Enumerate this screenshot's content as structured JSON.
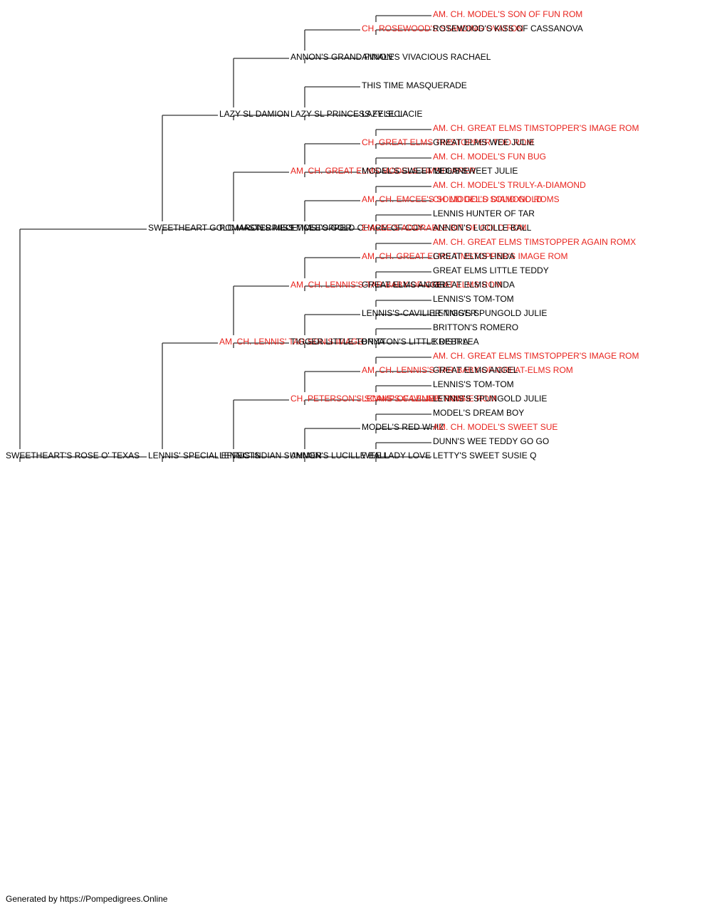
{
  "colors": {
    "titled": "#e8231d",
    "normal": "#000000",
    "line": "#333333"
  },
  "pedigree": {
    "subject": {
      "name": "SWEETHEART'S ROSE O' TEXAS",
      "titled": false
    },
    "generation_1": [
      {
        "name": "SWEETHEART GOLD MASTERPIECE",
        "titled": false
      },
      {
        "name": "LENNIS' SPECIAL EFFECTS",
        "titled": false
      }
    ],
    "generation_2": [
      {
        "name": "LAZY SL DAMION",
        "titled": false
      },
      {
        "name": "POMARON'S MISS TIMSTOPPER",
        "titled": false
      },
      {
        "name": "AM. CH. LENNIS' TAR SON'S IMAGE",
        "titled": true
      },
      {
        "name": "LENNIS INDIAN SUMMER",
        "titled": false
      }
    ],
    "generation_3": [
      {
        "name": "ANNON'S GRAND FINALE",
        "titled": false
      },
      {
        "name": "LAZY SL PRINCESS FELECIA",
        "titled": false
      },
      {
        "name": "AM. CH. GREAT ELMS MODELS TIMSTOPPER",
        "titled": true
      },
      {
        "name": "EMCEE'S GOLD CHARM OF COY",
        "titled": false
      },
      {
        "name": "AM. CH. LENNIS'S-TAR-BABY-OF-GREAT-ELMS ROM",
        "titled": true
      },
      {
        "name": "TIGGER LITTLE TONYA",
        "titled": false
      },
      {
        "name": "CH. PETERSON'S SCAMP OF LENNIS ROM",
        "titled": true
      },
      {
        "name": "ANNON'S LUCILLE BALL",
        "titled": false
      }
    ],
    "generation_4": [
      {
        "name": "CH. ROSEWOOD'S STANDING OVATION",
        "titled": true
      },
      {
        "name": "ANNON'S VIVACIOUS RACHAEL",
        "titled": false
      },
      {
        "name": "THIS TIME MASQUERADE",
        "titled": false
      },
      {
        "name": "LAZY SL LACIE",
        "titled": false
      },
      {
        "name": "CH. GREAT ELMS TIMSTOPPER TOO ROM",
        "titled": true
      },
      {
        "name": "MODEL'S SWEET LEILANI",
        "titled": false
      },
      {
        "name": "AM. CH. EMCEE'S SOLID GOLD DIAMOND ROMS",
        "titled": true
      },
      {
        "name": "EMCEE'S ADORABLE BIT OF GOLD ROM",
        "titled": true
      },
      {
        "name": "AM. CH. GREAT ELMS TIMSTOPPER'S IMAGE ROM",
        "titled": true
      },
      {
        "name": "GREAT ELMS ANGEL",
        "titled": false
      },
      {
        "name": "LENNIS'S-CAVILIER-TIGGER",
        "titled": false
      },
      {
        "name": "BRITTON'S LITTLE DEBRA",
        "titled": false
      },
      {
        "name": "AM. CH. LENNIS'S-TAR-BABY-OF-GREAT-ELMS ROM",
        "titled": true
      },
      {
        "name": "LENNIS'S CAVILIER TANGIE ROM",
        "titled": true
      },
      {
        "name": "MODEL'S RED WHIZ",
        "titled": false
      },
      {
        "name": "WEE LADY LOVE",
        "titled": false
      }
    ],
    "generation_5": [
      {
        "name": "AM. CH. MODEL'S SON OF FUN ROM",
        "titled": true
      },
      {
        "name": "ROSEWOOD'S KISS OF CASSANOVA",
        "titled": false
      },
      {
        "name": "",
        "titled": false
      },
      {
        "name": "",
        "titled": false
      },
      {
        "name": "",
        "titled": false
      },
      {
        "name": "",
        "titled": false
      },
      {
        "name": "",
        "titled": false
      },
      {
        "name": "",
        "titled": false
      },
      {
        "name": "AM. CH. GREAT ELMS TIMSTOPPER'S IMAGE ROM",
        "titled": true
      },
      {
        "name": "GREAT ELMS WEE JULIE",
        "titled": false
      },
      {
        "name": "AM. CH. MODEL'S FUN BUG",
        "titled": true
      },
      {
        "name": "MEG'S SWEET JULIE",
        "titled": false
      },
      {
        "name": "AM. CH. MODEL'S TRULY-A-DIAMOND",
        "titled": true
      },
      {
        "name": "CH. MODEL'S SOLID GOLD",
        "titled": true
      },
      {
        "name": "LENNIS HUNTER OF TAR",
        "titled": false
      },
      {
        "name": "ANNON'S LUCILLE BALL",
        "titled": false
      },
      {
        "name": "AM. CH. GREAT ELMS TIMSTOPPER AGAIN ROMX",
        "titled": true
      },
      {
        "name": "GREAT ELMS LINDA",
        "titled": false
      },
      {
        "name": "GREAT ELMS LITTLE TEDDY",
        "titled": false
      },
      {
        "name": "GREAT ELMS LINDA",
        "titled": false
      },
      {
        "name": "LENNIS'S TOM-TOM",
        "titled": false
      },
      {
        "name": "LENNIS'S SPUNGOLD JULIE",
        "titled": false
      },
      {
        "name": "BRITTON'S ROMERO",
        "titled": false
      },
      {
        "name": "KRISTI LEA",
        "titled": false
      },
      {
        "name": "AM. CH. GREAT ELMS TIMSTOPPER'S IMAGE ROM",
        "titled": true
      },
      {
        "name": "GREAT ELMS ANGEL",
        "titled": false
      },
      {
        "name": "LENNIS'S TOM-TOM",
        "titled": false
      },
      {
        "name": "LENNIS'S SPUNGOLD JULIE",
        "titled": false
      },
      {
        "name": "MODEL'S DREAM BOY",
        "titled": false
      },
      {
        "name": "AM. CH. MODEL'S SWEET SUE",
        "titled": true
      },
      {
        "name": "DUNN'S WEE TEDDY GO GO",
        "titled": false
      },
      {
        "name": "LETTY'S SWEET SUSIE Q",
        "titled": false
      }
    ]
  },
  "footer": {
    "text": "Generated by https://Pompedigrees.Online"
  }
}
